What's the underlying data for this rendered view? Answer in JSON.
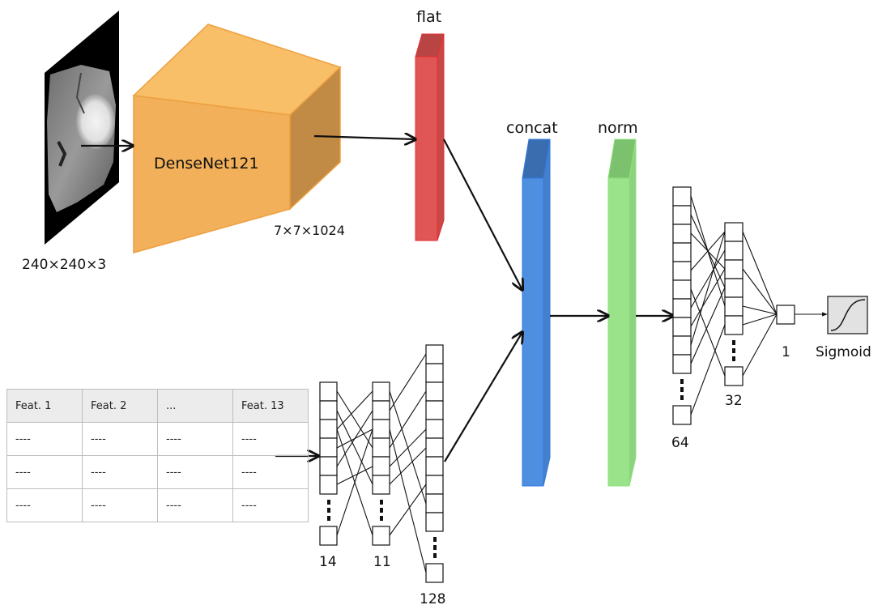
{
  "image_input": {
    "dims_label": "240×240×3"
  },
  "densenet": {
    "label": "DenseNet121",
    "output_dims": "7×7×1024"
  },
  "flat": {
    "label": "flat"
  },
  "concat": {
    "label": "concat"
  },
  "norm": {
    "label": "norm"
  },
  "tabular": {
    "headers": [
      "Feat. 1",
      "Feat. 2",
      "...",
      "Feat. 13"
    ],
    "rows": [
      [
        "----",
        "----",
        "----",
        "----"
      ],
      [
        "----",
        "----",
        "----",
        "----"
      ],
      [
        "----",
        "----",
        "----",
        "----"
      ]
    ]
  },
  "mlp_tabular": {
    "layer_sizes": [
      "14",
      "11",
      "128"
    ]
  },
  "mlp_head": {
    "layer_sizes": [
      "64",
      "32",
      "1"
    ]
  },
  "activation": {
    "label": "Sigmoid"
  },
  "colors": {
    "densenet": "#F5B45A",
    "flat": "#E05555",
    "concat": "#4F8FE0",
    "norm": "#9BE38B"
  }
}
